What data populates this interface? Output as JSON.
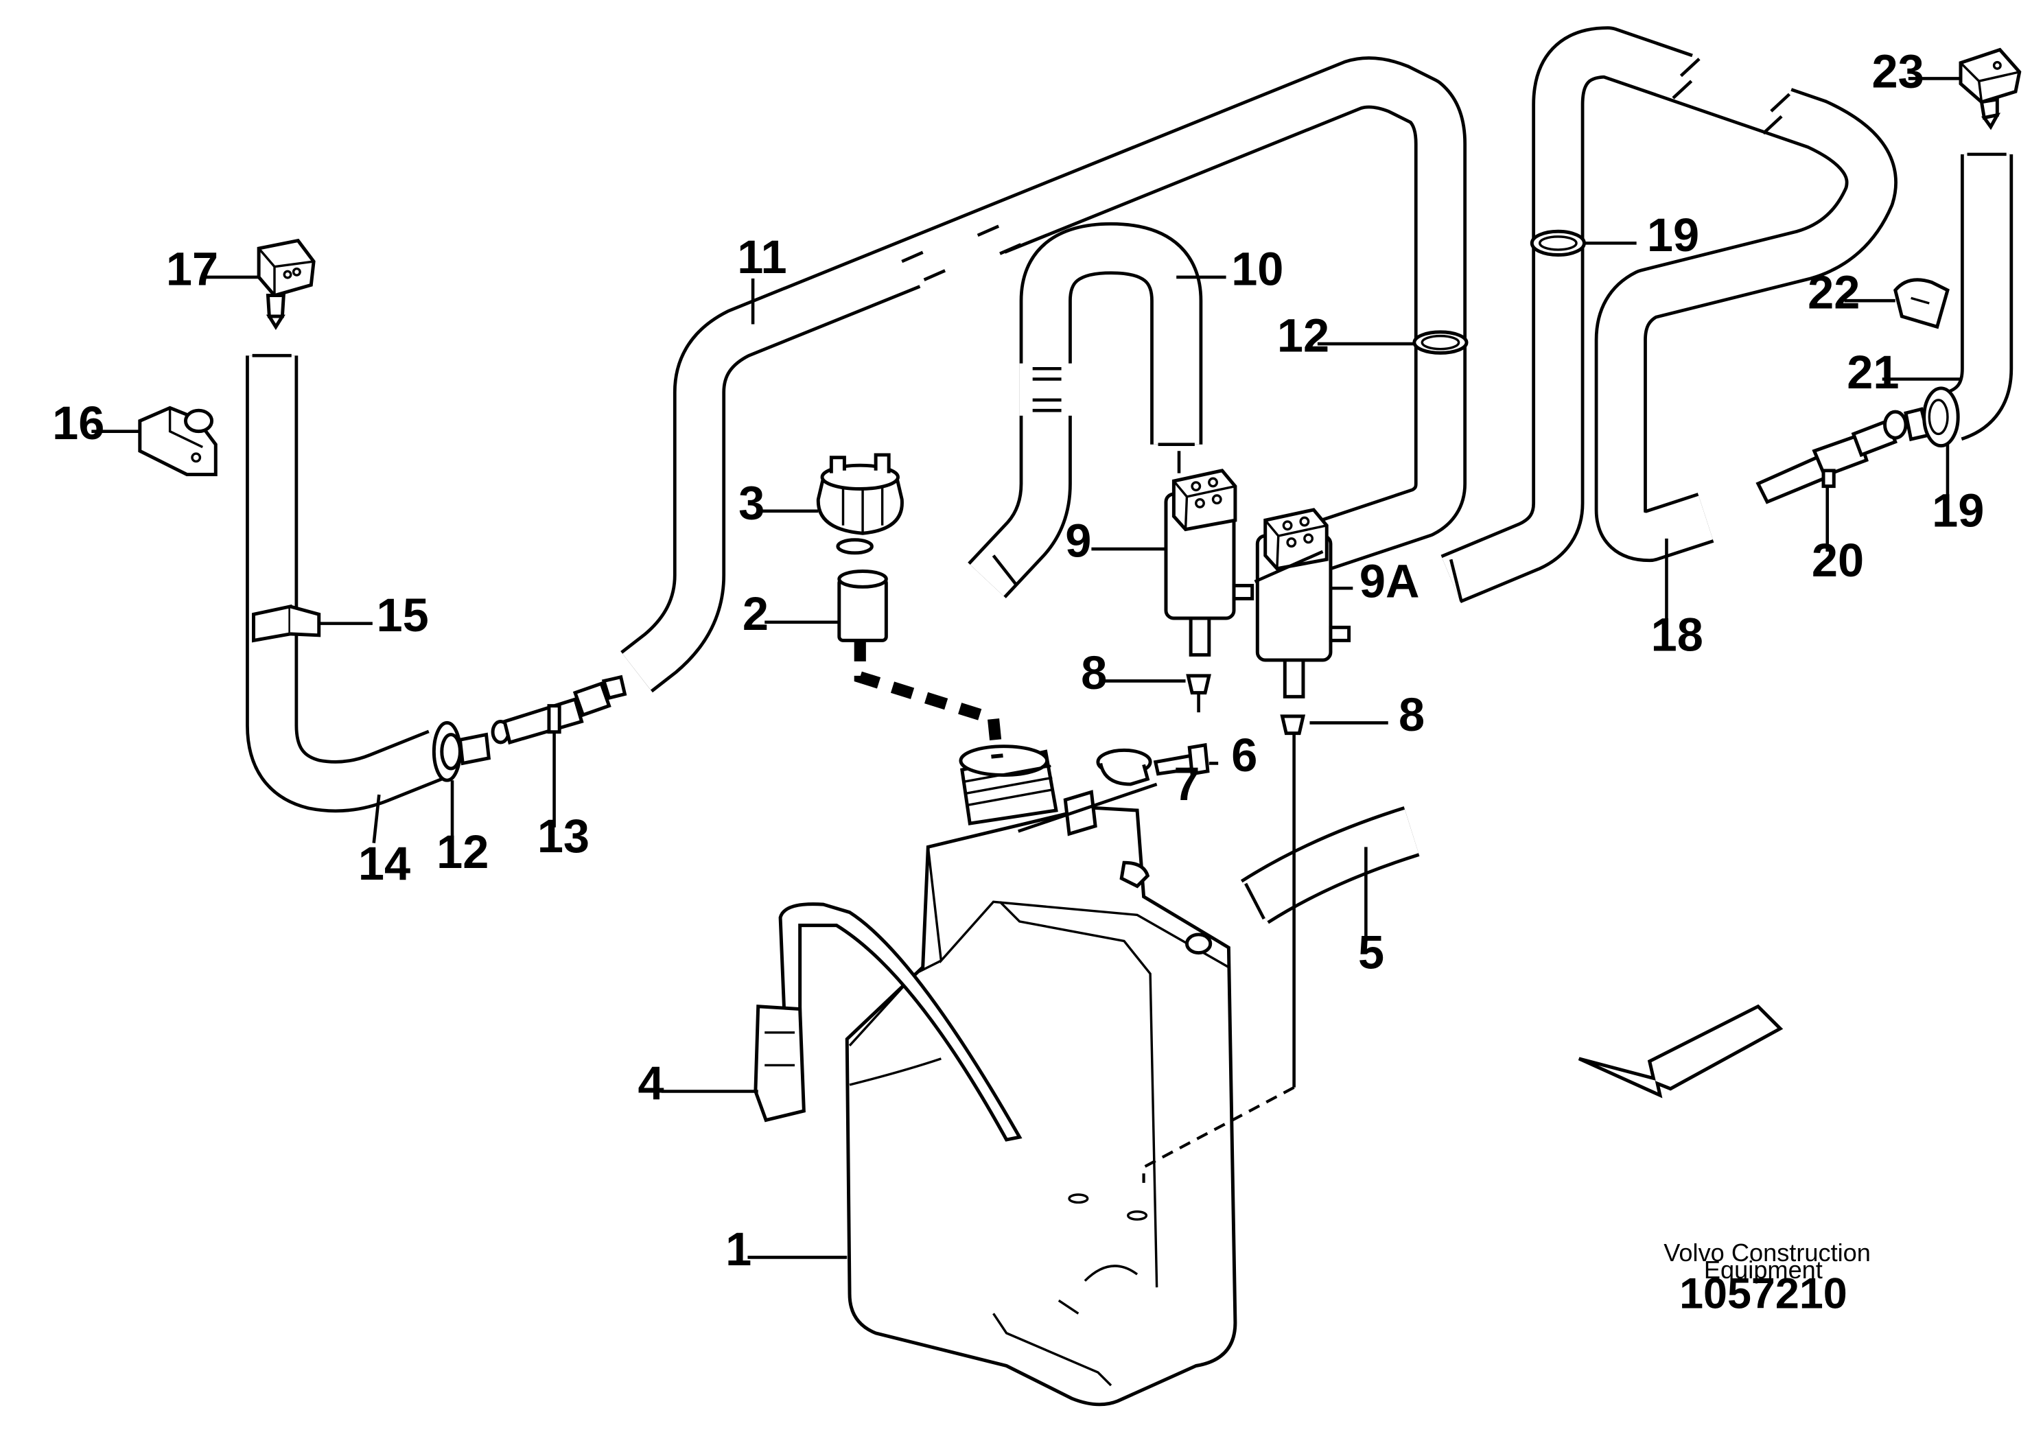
{
  "callouts": [
    {
      "id": "c1",
      "label": "1"
    },
    {
      "id": "c2",
      "label": "2"
    },
    {
      "id": "c3",
      "label": "3"
    },
    {
      "id": "c4",
      "label": "4"
    },
    {
      "id": "c5",
      "label": "5"
    },
    {
      "id": "c6",
      "label": "6"
    },
    {
      "id": "c7",
      "label": "7"
    },
    {
      "id": "c8a",
      "label": "8"
    },
    {
      "id": "c8b",
      "label": "8"
    },
    {
      "id": "c9",
      "label": "9"
    },
    {
      "id": "c9a",
      "label": "9A"
    },
    {
      "id": "c10",
      "label": "10"
    },
    {
      "id": "c11",
      "label": "11"
    },
    {
      "id": "c12a",
      "label": "12"
    },
    {
      "id": "c12b",
      "label": "12"
    },
    {
      "id": "c13",
      "label": "13"
    },
    {
      "id": "c14",
      "label": "14"
    },
    {
      "id": "c15",
      "label": "15"
    },
    {
      "id": "c16",
      "label": "16"
    },
    {
      "id": "c17",
      "label": "17"
    },
    {
      "id": "c18",
      "label": "18"
    },
    {
      "id": "c19a",
      "label": "19"
    },
    {
      "id": "c19b",
      "label": "19"
    },
    {
      "id": "c20",
      "label": "20"
    },
    {
      "id": "c21",
      "label": "21"
    },
    {
      "id": "c22",
      "label": "22"
    },
    {
      "id": "c23",
      "label": "23"
    }
  ],
  "footer": {
    "brand_line1": "Volvo Construction",
    "brand_line2": "Equipment",
    "drawing_number": "1057210"
  },
  "icons": {
    "direction_arrow": "forward-direction-arrow-icon"
  },
  "colors": {
    "ink": "#000000",
    "paper": "#ffffff"
  }
}
